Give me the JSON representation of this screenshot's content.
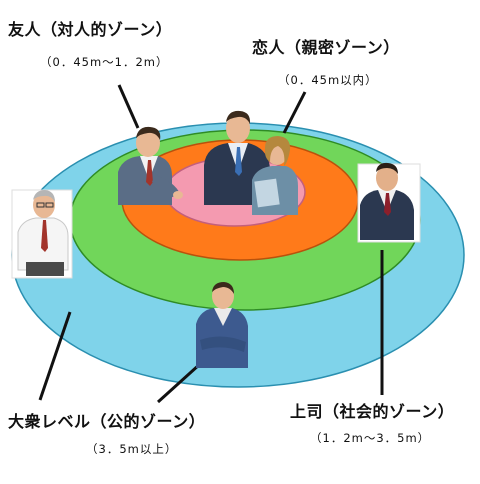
{
  "zones": {
    "friend": {
      "title": "友人（対人的ゾーン）",
      "range": "（0．45m〜1．2m）"
    },
    "lover": {
      "title": "恋人（親密ゾーン）",
      "range": "（0．45m以内）"
    },
    "public": {
      "title": "大衆レベル（公的ゾーン）",
      "range": "（3．5m以上）"
    },
    "boss": {
      "title": "上司（社会的ゾーン）",
      "range": "（1．2m〜3．5m）"
    }
  },
  "colors": {
    "outer_ring": "#7fd3ea",
    "second_ring": "#71d65a",
    "third_ring": "#ff7a1a",
    "center": "#f49ab0",
    "suit_blue": "#3d5a8f",
    "suit_navy": "#2b3850",
    "skin": "#e8b894"
  }
}
